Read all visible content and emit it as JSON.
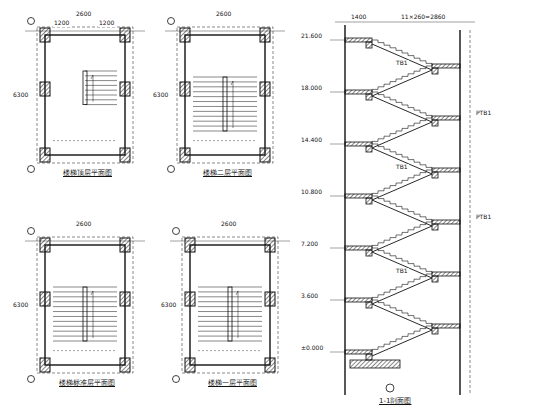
{
  "diagram": {
    "labels": [
      "楼梯顶层平面图",
      "楼梯二层平面图",
      "楼梯标准层平面图",
      "楼梯一层平面图",
      "1-1剖面图",
      "2600",
      "1200",
      "1200",
      "2600",
      "6300",
      "6300",
      "2600",
      "2600",
      "6300",
      "6300",
      "21.600",
      "18.000",
      "14.400",
      "10.800",
      "7.200",
      "3.600",
      "±0.000",
      "1400",
      "11×260=2860",
      "TB1",
      "TB1",
      "TB1",
      "PTB1",
      "PTB1"
    ]
  }
}
